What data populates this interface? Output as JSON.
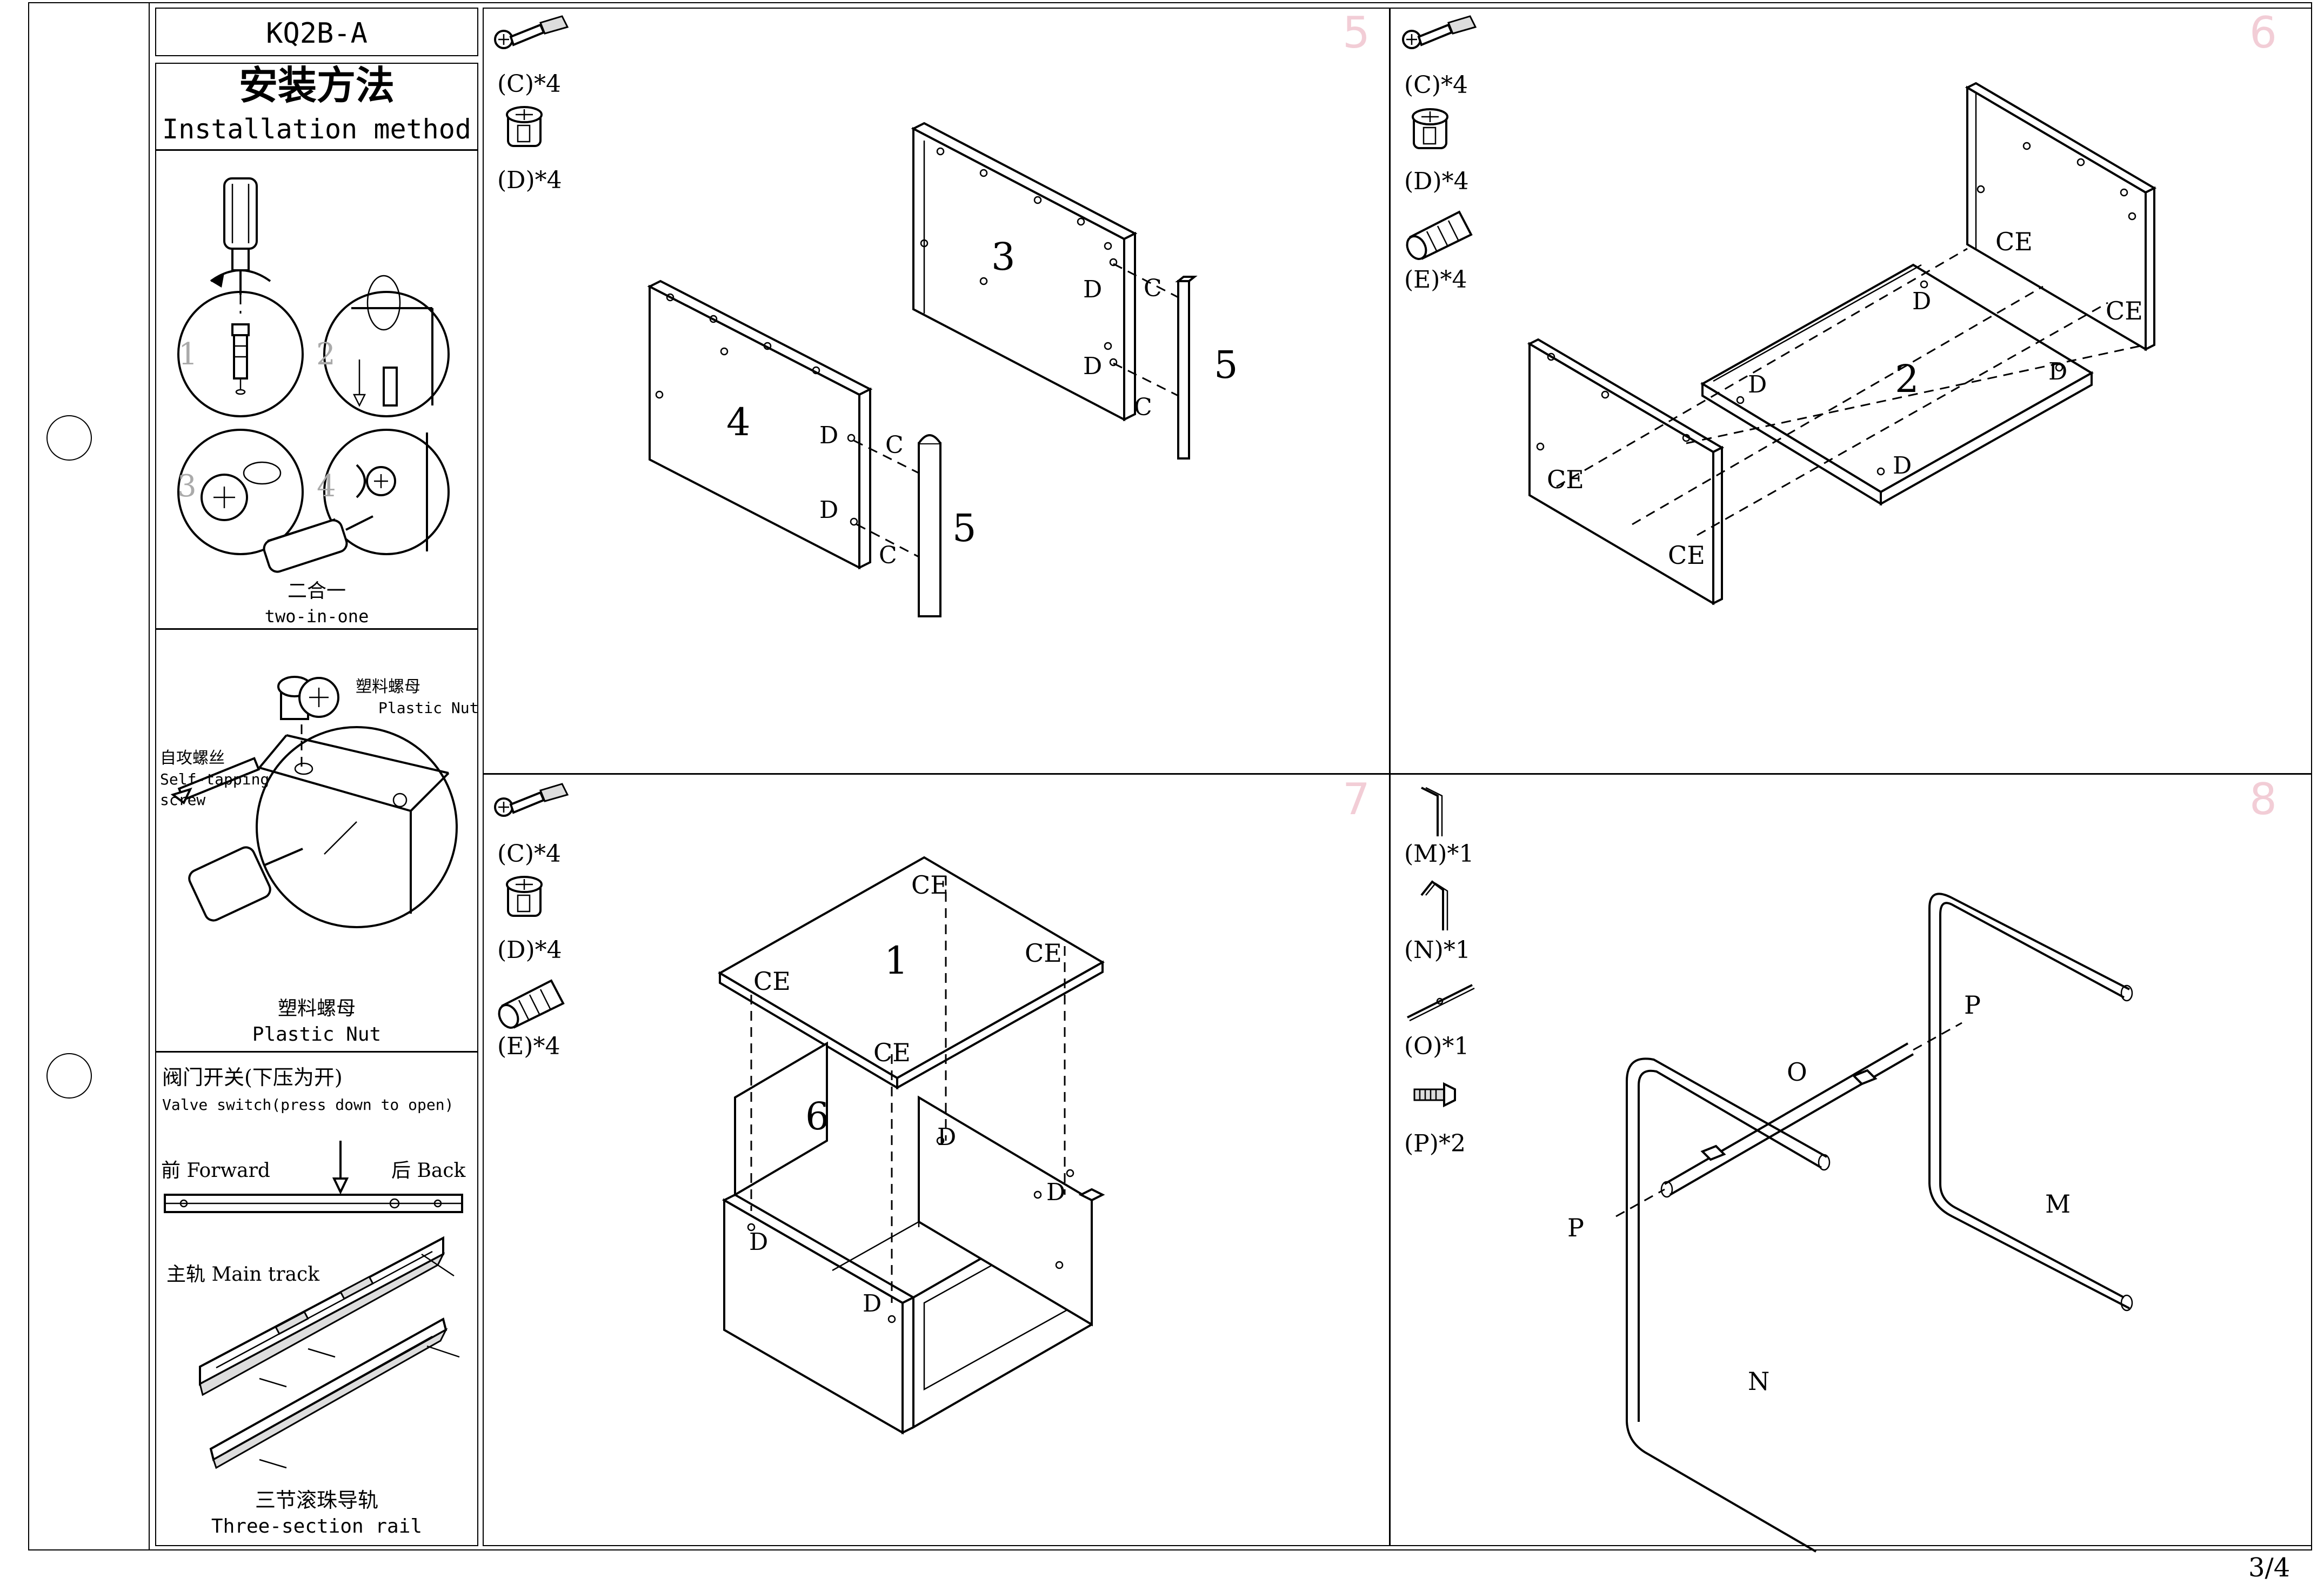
{
  "sidebar": {
    "model": "KQ2B-A",
    "title_cn": "安装方法",
    "title_en": "Installation method",
    "two_in_one": {
      "cn": "二合一",
      "en": "two-in-one",
      "steps": [
        "1",
        "2",
        "3",
        "4"
      ]
    },
    "plastic_nut_section": {
      "nut_cn": "塑料螺母",
      "nut_en": "Plastic Nut",
      "screw_cn": "自攻螺丝",
      "screw_en_1": "Self-tapping",
      "screw_en_2": "screw",
      "caption_cn": "塑料螺母",
      "caption_en": "Plastic Nut"
    },
    "rail_section": {
      "valve_cn": "阀门开关(下压为开)",
      "valve_en": "Valve switch(press down to open)",
      "forward": "前 Forward",
      "back": "后 Back",
      "main_track": "主轨 Main track",
      "caption_cn": "三节滚珠导轨",
      "caption_en": "Three-section  rail"
    }
  },
  "steps": [
    {
      "number": "5",
      "parts": [
        "(C)*4",
        "(D)*4"
      ],
      "labels": {
        "panel_a": "4",
        "panel_b": "3",
        "leg": "5",
        "c": "C",
        "d": "D"
      }
    },
    {
      "number": "6",
      "parts": [
        "(C)*4",
        "(D)*4",
        "(E)*4"
      ],
      "labels": {
        "panel": "2",
        "ce": "CE",
        "d": "D"
      }
    },
    {
      "number": "7",
      "parts": [
        "(C)*4",
        "(D)*4",
        "(E)*4"
      ],
      "labels": {
        "top": "1",
        "unit": "6",
        "ce": "CE",
        "d": "D"
      }
    },
    {
      "number": "8",
      "parts": [
        "(M)*1",
        "(N)*1",
        "(O)*1",
        "(P)*2"
      ],
      "labels": {
        "m": "M",
        "n": "N",
        "o": "O",
        "p": "P"
      }
    }
  ],
  "page_number": "3/4"
}
